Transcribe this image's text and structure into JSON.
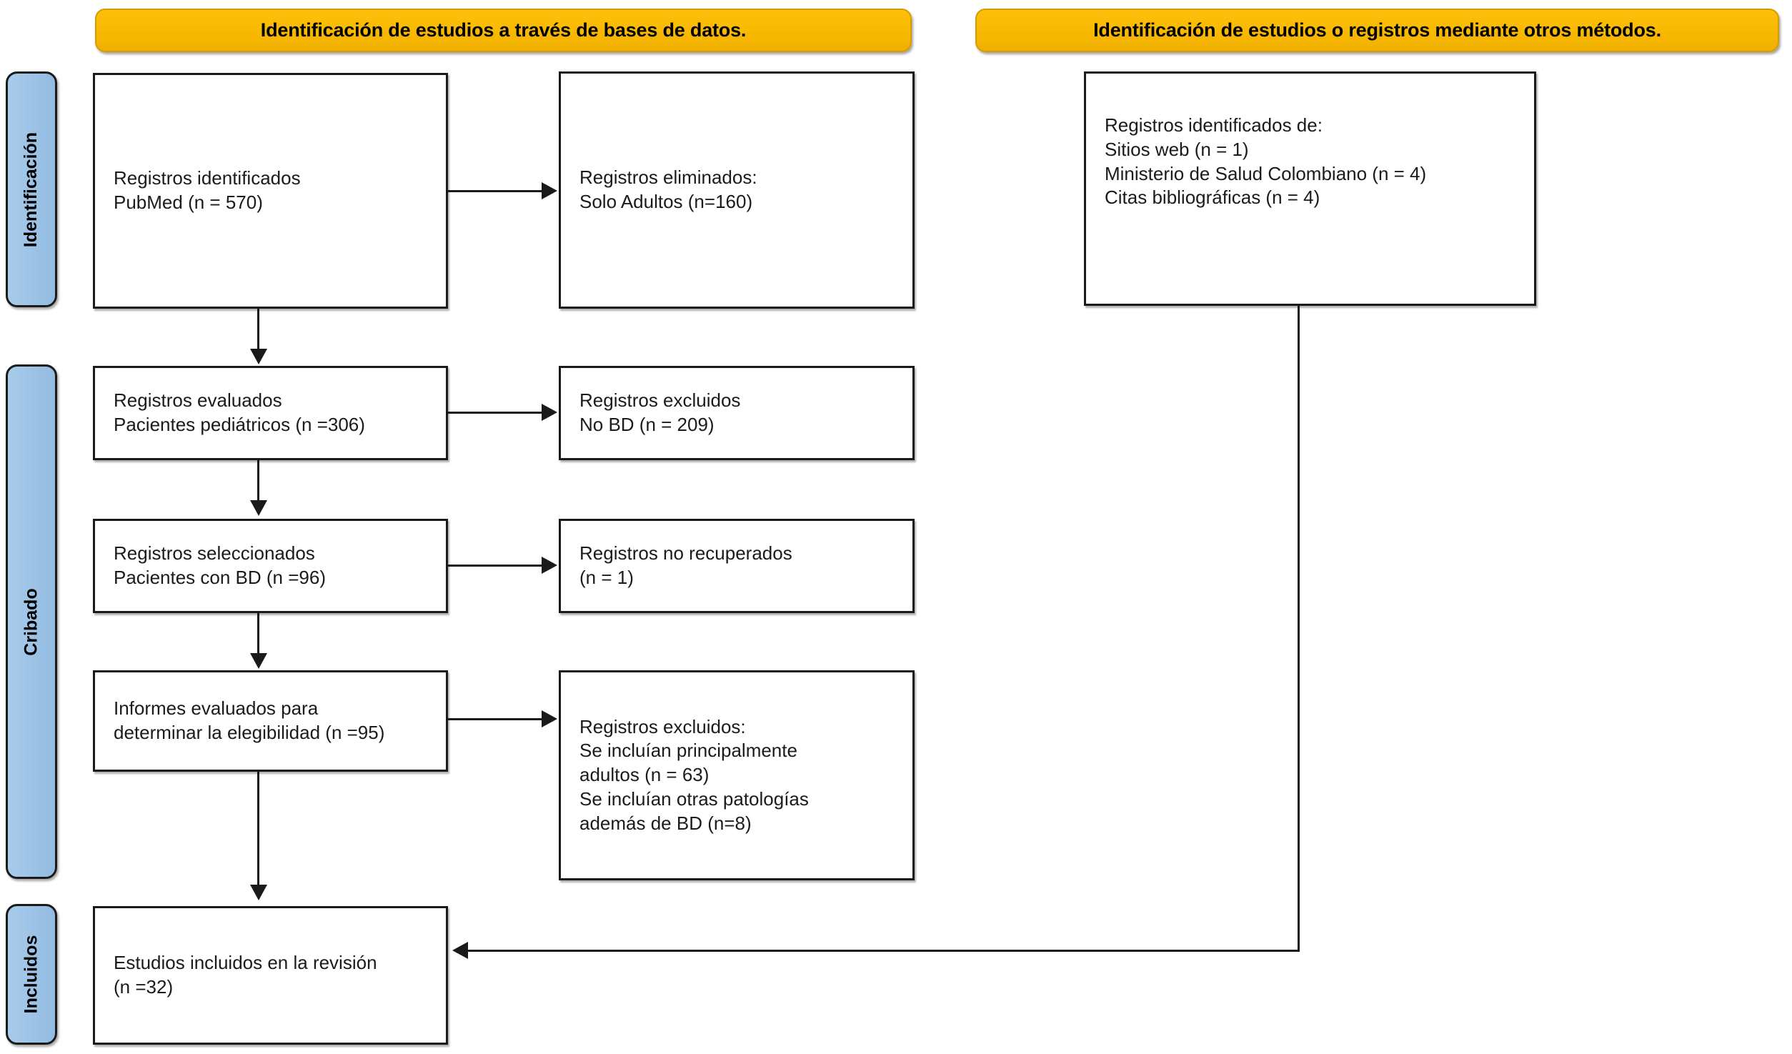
{
  "diagram": {
    "type": "PRISMA flow diagram",
    "language": "es",
    "colors": {
      "banner_fill": "#F9B900",
      "banner_border": "#D79B00",
      "stage_tab_fill": "#9DC3E6",
      "box_border": "#1a1a1a",
      "box_fill": "#ffffff",
      "connector": "#1a1a1a"
    }
  },
  "banners": {
    "databases": "Identificación de estudios a través de bases de datos.",
    "other_methods": "Identificación de estudios o registros mediante otros métodos."
  },
  "stages": [
    {
      "id": "identificacion",
      "label": "Identificación"
    },
    {
      "id": "cribado",
      "label": "Cribado"
    },
    {
      "id": "incluidos",
      "label": "Incluidos"
    }
  ],
  "boxes": {
    "records_identified_db": "Registros identificados\nPubMed (n = 570)",
    "records_removed": "Registros eliminados:\nSolo Adultos (n=160)",
    "records_identified_other": "Registros identificados de:\n    Sitios web (n = 1)\n    Ministerio de Salud Colombiano (n = 4)\n    Citas bibliográficas (n = 4)",
    "records_screened": "Registros evaluados\n   Pacientes pediátricos (n =306)",
    "records_excluded": "Registros excluidos\n   No BD (n = 209)",
    "records_selected": "Registros seleccionados\n Pacientes con BD (n =96)",
    "records_not_retrieved": "Registros no recuperados\n(n = 1)",
    "reports_assessed": "Informes evaluados para\ndeterminar la elegibilidad (n =95)",
    "reports_excluded": "Registros excluidos:\nSe incluían principalmente\nadultos (n = 63)\nSe incluían otras patologías\nademás de BD (n=8)",
    "studies_included": "Estudios incluidos en la revisión\n(n =32)"
  },
  "counts": {
    "pubmed_identified": 570,
    "removed_adults_only": 160,
    "other_websites": 1,
    "other_ministry": 4,
    "other_citations": 4,
    "screened_pediatric": 306,
    "excluded_no_bd": 209,
    "selected_with_bd": 96,
    "not_retrieved": 1,
    "assessed_eligibility": 95,
    "excluded_mainly_adults": 63,
    "excluded_other_pathologies": 8,
    "included_in_review": 32
  }
}
